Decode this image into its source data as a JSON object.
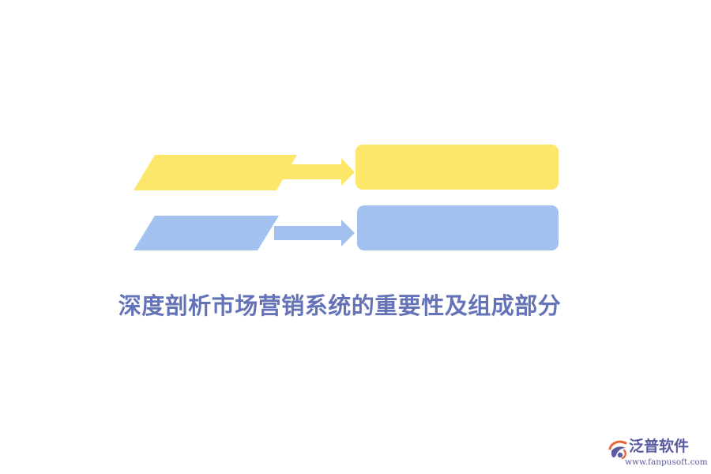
{
  "title": "深度剖析市场营销系统的重要性及组成部分",
  "colors": {
    "yellow": "#FCE76B",
    "blue": "#A2C1EE",
    "title": "#6473B7",
    "logo_text": "#5B5BA0",
    "logo_accent": "#E7643C"
  },
  "logo": {
    "name": "泛普软件",
    "url": "www.fanpusoft.com",
    "icon": "fanpu-logo-icon"
  },
  "diagram": {
    "rows": [
      {
        "color": "yellow",
        "label": ""
      },
      {
        "color": "blue",
        "label": ""
      }
    ]
  }
}
